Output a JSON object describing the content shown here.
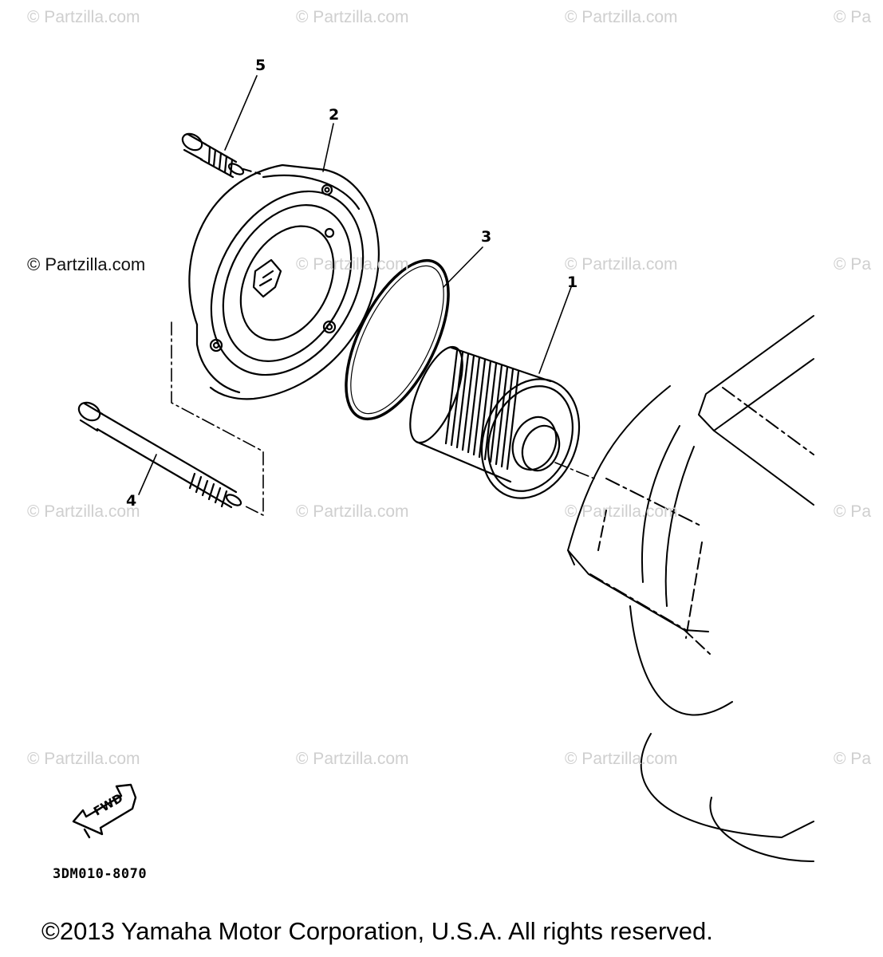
{
  "watermarks": {
    "text": "© Partzilla.com",
    "partial": "© Pa",
    "left_label": "© Partzilla.com"
  },
  "callouts": [
    "1",
    "2",
    "3",
    "4",
    "5"
  ],
  "fwd_label": "FWD",
  "diagram_code": "3DM010-8070",
  "copyright": "©2013 Yamaha Motor Corporation, U.S.A. All rights reserved.",
  "colors": {
    "line": "#000000",
    "watermark": "#cfcfcf",
    "background": "#ffffff"
  }
}
